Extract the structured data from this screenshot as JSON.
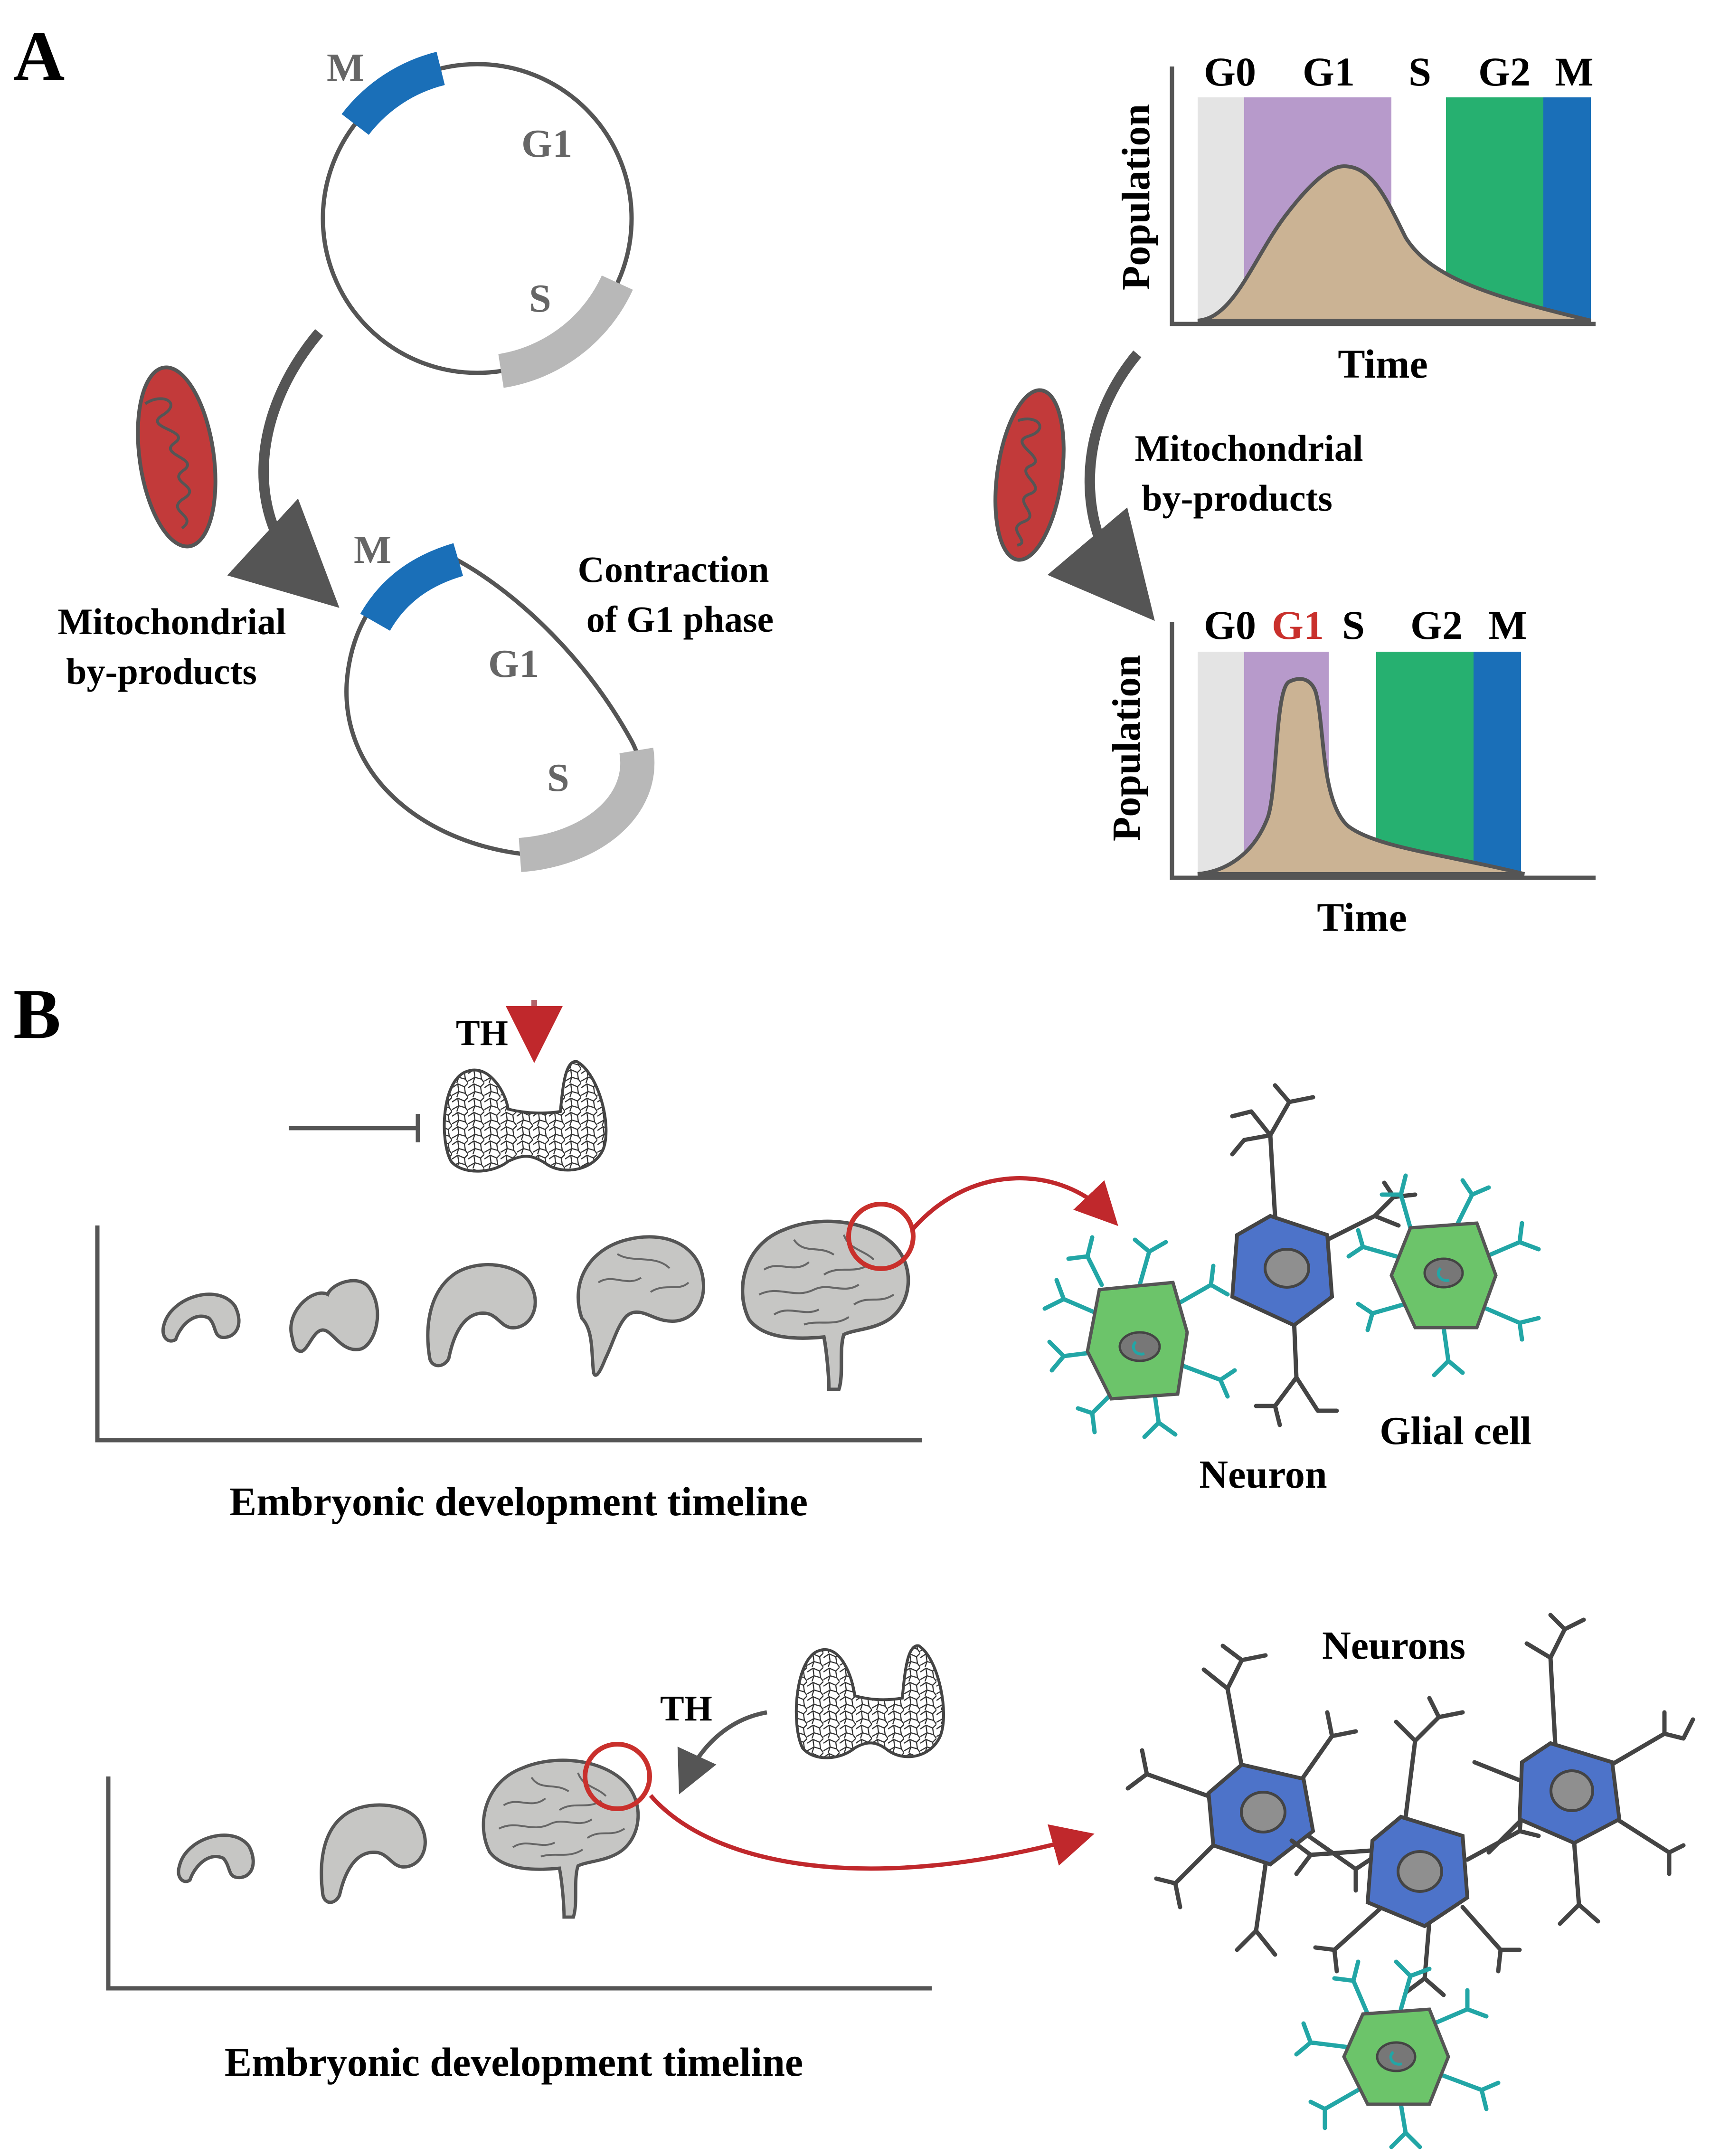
{
  "colors": {
    "m_phase": "#1a6fb8",
    "s_phase": "#b8b8b8",
    "g0_band": "#e4e4e4",
    "g1_band": "#b79acb",
    "g2_band": "#26b070",
    "m_band": "#1a6fb8",
    "population_fill": "#cbb394",
    "mito_red": "#c23a3a",
    "neuron_blue": "#4d73c9",
    "glia_green": "#6cc46a",
    "glia_cyan": "#22a6a6",
    "brain_gray": "#c6c6c4",
    "arrow_red": "#c0282c",
    "outline": "#555555",
    "highlight_red": "#c9302c"
  },
  "panel_a": {
    "label": "A",
    "cycle_top": {
      "m": "M",
      "g1": "G1",
      "s": "S"
    },
    "cycle_bottom": {
      "m": "M",
      "g1": "G1",
      "s": "S"
    },
    "mito_left": [
      "Mitochondrial",
      "by-products"
    ],
    "contraction": [
      "Contraction",
      "of G1 phase"
    ],
    "mito_right": [
      "Mitochondrial",
      "by-products"
    ],
    "chart_top": {
      "phases": [
        "G0",
        "G1",
        "S",
        "G2",
        "M"
      ],
      "ylabel": "Population",
      "xlabel": "Time"
    },
    "chart_bottom": {
      "phases": [
        "G0",
        "G1",
        "S",
        "G2",
        "M"
      ],
      "highlight_phase": "G1",
      "ylabel": "Population",
      "xlabel": "Time"
    }
  },
  "panel_b": {
    "label": "B",
    "top": {
      "th_label": "TH",
      "timeline_label": "Embryonic development timeline",
      "neuron_label": "Neuron",
      "glia_label": "Glial cell"
    },
    "bottom": {
      "th_label": "TH",
      "timeline_label": "Embryonic development timeline",
      "neurons_label": "Neurons"
    }
  }
}
